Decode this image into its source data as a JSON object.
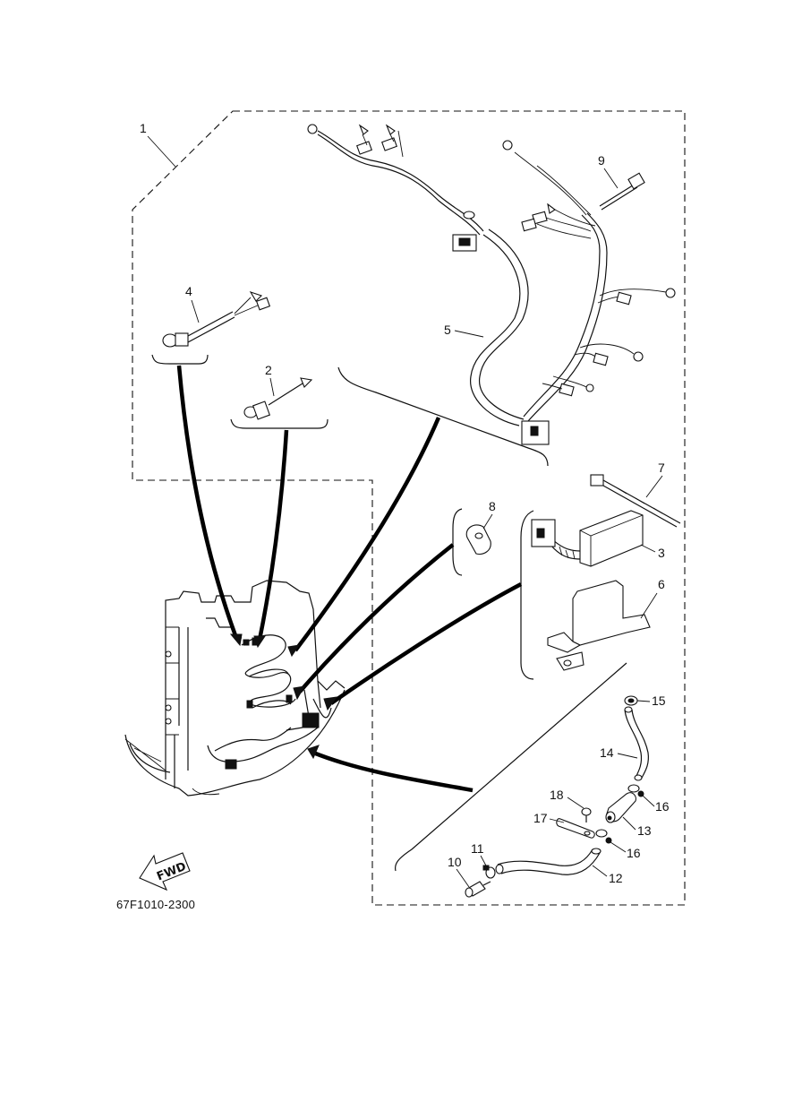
{
  "diagram_code": "67F1010-2300",
  "fwd_label": "FWD",
  "callouts": {
    "c1": "1",
    "c2": "2",
    "c3": "3",
    "c4": "4",
    "c5": "5",
    "c6": "6",
    "c7": "7",
    "c8": "8",
    "c9": "9",
    "c10": "10",
    "c11": "11",
    "c12": "12",
    "c13": "13",
    "c14": "14",
    "c15": "15",
    "c16a": "16",
    "c16b": "16",
    "c17": "17",
    "c18": "18"
  }
}
